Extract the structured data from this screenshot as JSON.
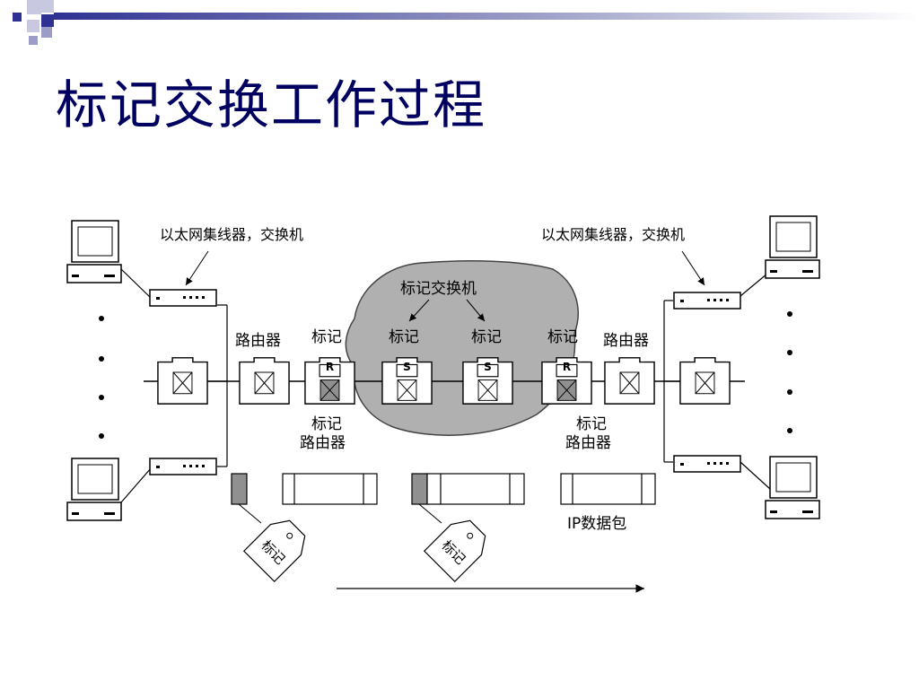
{
  "slide": {
    "title": "标记交换工作过程",
    "accent_color": "#000060",
    "cloud_color": "#b0b0b0"
  },
  "diagram": {
    "hub_label_left": "以太网集线器，交换机",
    "hub_label_right": "以太网集线器，交换机",
    "cloud_label": "标记交换机",
    "router_left": "路由器",
    "router_right": "路由器",
    "tag_left": "标记",
    "tag_s1": "标记",
    "tag_s2": "标记",
    "tag_right": "标记",
    "edge_left_line1": "标记",
    "edge_left_line2": "路由器",
    "edge_right_line1": "标记",
    "edge_right_line2": "路由器",
    "r_left": "R",
    "s1": "S",
    "s2": "S",
    "r_right": "R",
    "packet_label": "IP数据包",
    "tag_flag_1": "标记",
    "tag_flag_2": "标记"
  }
}
